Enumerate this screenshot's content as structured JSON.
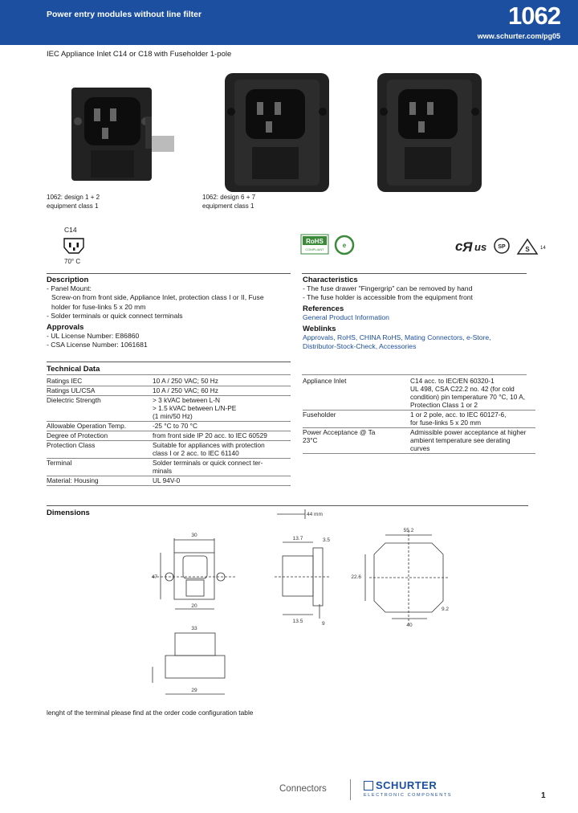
{
  "header": {
    "title": "Power entry modules without line filter",
    "number": "1062",
    "url": "www.schurter.com/pg05"
  },
  "subtitle": "IEC Appliance Inlet C14 or C18 with Fuseholder 1-pole",
  "photos": {
    "caption1": [
      "1062: design 1 + 2",
      "equipment class 1"
    ],
    "caption2": [
      "1062: design 6 + 7",
      "equipment class 1"
    ]
  },
  "symbol": {
    "label": "C14",
    "temp": "70° C"
  },
  "approval_logos": [
    "RoHS",
    "China RoHS",
    "UL",
    "CSA",
    "SEMKO"
  ],
  "description": {
    "heading": "Description",
    "items": [
      "- Panel Mount:",
      "  Screw-on from front side, Appliance Inlet, protection class I or II, Fuse",
      "  holder for fuse-links 5 x 20 mm",
      "- Solder terminals or quick connect terminals"
    ]
  },
  "approvals": {
    "heading": "Approvals",
    "items": [
      "- UL License Number: E86860",
      "- CSA License Number: 1061681"
    ]
  },
  "characteristics": {
    "heading": "Characteristics",
    "items": [
      "- The fuse drawer \"Fingergrip\" can be removed by hand",
      "- The fuse holder is accessible from the equipment front"
    ]
  },
  "references": {
    "heading": "References",
    "link": "General Product Information"
  },
  "weblinks": {
    "heading": "Weblinks",
    "line1": "Approvals, RoHS, CHINA RoHS, Mating Connectors, e-Store,",
    "line2": "Distributor-Stock-Check, Accessories"
  },
  "technical": {
    "heading": "Technical Data",
    "left": [
      {
        "label": "Ratings IEC",
        "value": [
          "10 A / 250 VAC; 50 Hz"
        ]
      },
      {
        "label": "Ratings UL/CSA",
        "value": [
          "10 A / 250 VAC; 60 Hz"
        ]
      },
      {
        "label": "Dielectric Strength",
        "value": [
          "> 3 kVAC between L-N",
          "> 1.5 kVAC between L/N-PE",
          "(1 min/50 Hz)"
        ]
      },
      {
        "label": "Allowable Operation Temp.",
        "value": [
          "-25 °C to 70 °C"
        ]
      },
      {
        "label": "Degree of Protection",
        "value": [
          "from front side IP 20 acc. to IEC 60529"
        ]
      },
      {
        "label": "Protection Class",
        "value": [
          "Suitable for appliances with protection",
          "class I or 2 acc. to IEC 61140"
        ]
      },
      {
        "label": "Terminal",
        "value": [
          "Solder terminals or quick connect ter-",
          "minals"
        ]
      },
      {
        "label": "Material: Housing",
        "value": [
          "UL 94V-0"
        ]
      }
    ],
    "right": [
      {
        "label": [
          "Appliance Inlet"
        ],
        "value": [
          "C14 acc. to IEC/EN 60320-1",
          "UL 498, CSA C22.2 no. 42 (for cold",
          "condition) pin temperature 70 °C, 10 A,",
          "Protection Class 1 or 2"
        ]
      },
      {
        "label": [
          "Fuseholder"
        ],
        "value": [
          "1 or 2 pole, acc. to IEC 60127-6,",
          "for fuse-links 5 x 20 mm"
        ]
      },
      {
        "label": [
          "Power Acceptance @ Ta",
          "23°C"
        ],
        "value": [
          "Admissible power acceptance at higher",
          "ambient temperature see derating",
          "curves"
        ]
      }
    ]
  },
  "dimensions": {
    "heading": "Dimensions",
    "overall": "44 mm",
    "dims": [
      "30",
      "47",
      "20",
      "33",
      "29",
      "13.7",
      "3.5",
      "13.5",
      "9",
      "55.2",
      "22.6",
      "40",
      "9.2"
    ],
    "note": "lenght of the terminal please find at the order code configuration table"
  },
  "footer": {
    "category": "Connectors",
    "brand": "SCHURTER",
    "brand_sub": "ELECTRONIC COMPONENTS",
    "page": "1"
  },
  "colors": {
    "brand_blue": "#1c4fa0",
    "link_blue": "#1c4fa0",
    "rohs_green": "#3a8a3a"
  }
}
